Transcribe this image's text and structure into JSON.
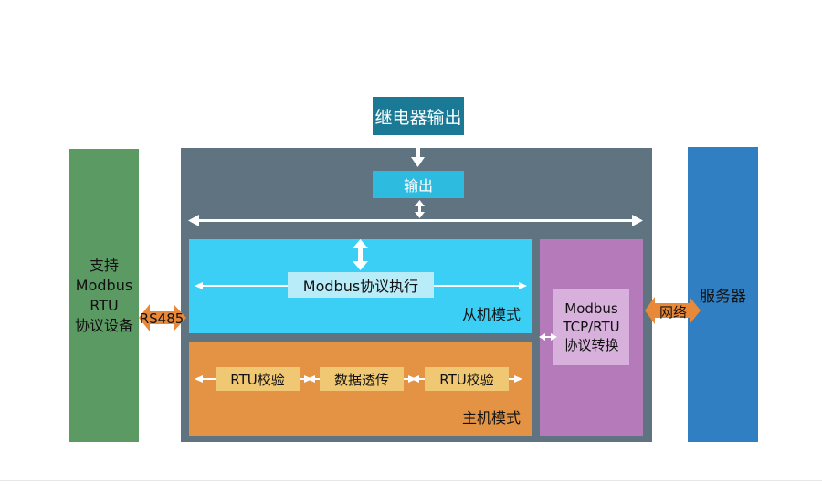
{
  "relay_output": "继电器输出",
  "left_device": {
    "line1": "支持",
    "line2": "Modbus",
    "line3": "RTU",
    "line4": "协议设备"
  },
  "rs485": "RS485",
  "output": "输出",
  "slave": {
    "exec": "Modbus协议执行",
    "label": "从机模式"
  },
  "master": {
    "rtu_check_1": "RTU校验",
    "passthrough": "数据透传",
    "rtu_check_2": "RTU校验",
    "label": "主机模式"
  },
  "tcp_convert": {
    "line1": "Modbus",
    "line2": "TCP/RTU",
    "line3": "协议转换"
  },
  "network": "网络",
  "server": "服务器",
  "colors": {
    "frame": "#5f7480",
    "slave": "#3bcff5",
    "master": "#e39343",
    "tcp": "#b47aba",
    "server": "#2f7fc2",
    "device": "#5c9a64",
    "connector": "#e8893a"
  }
}
